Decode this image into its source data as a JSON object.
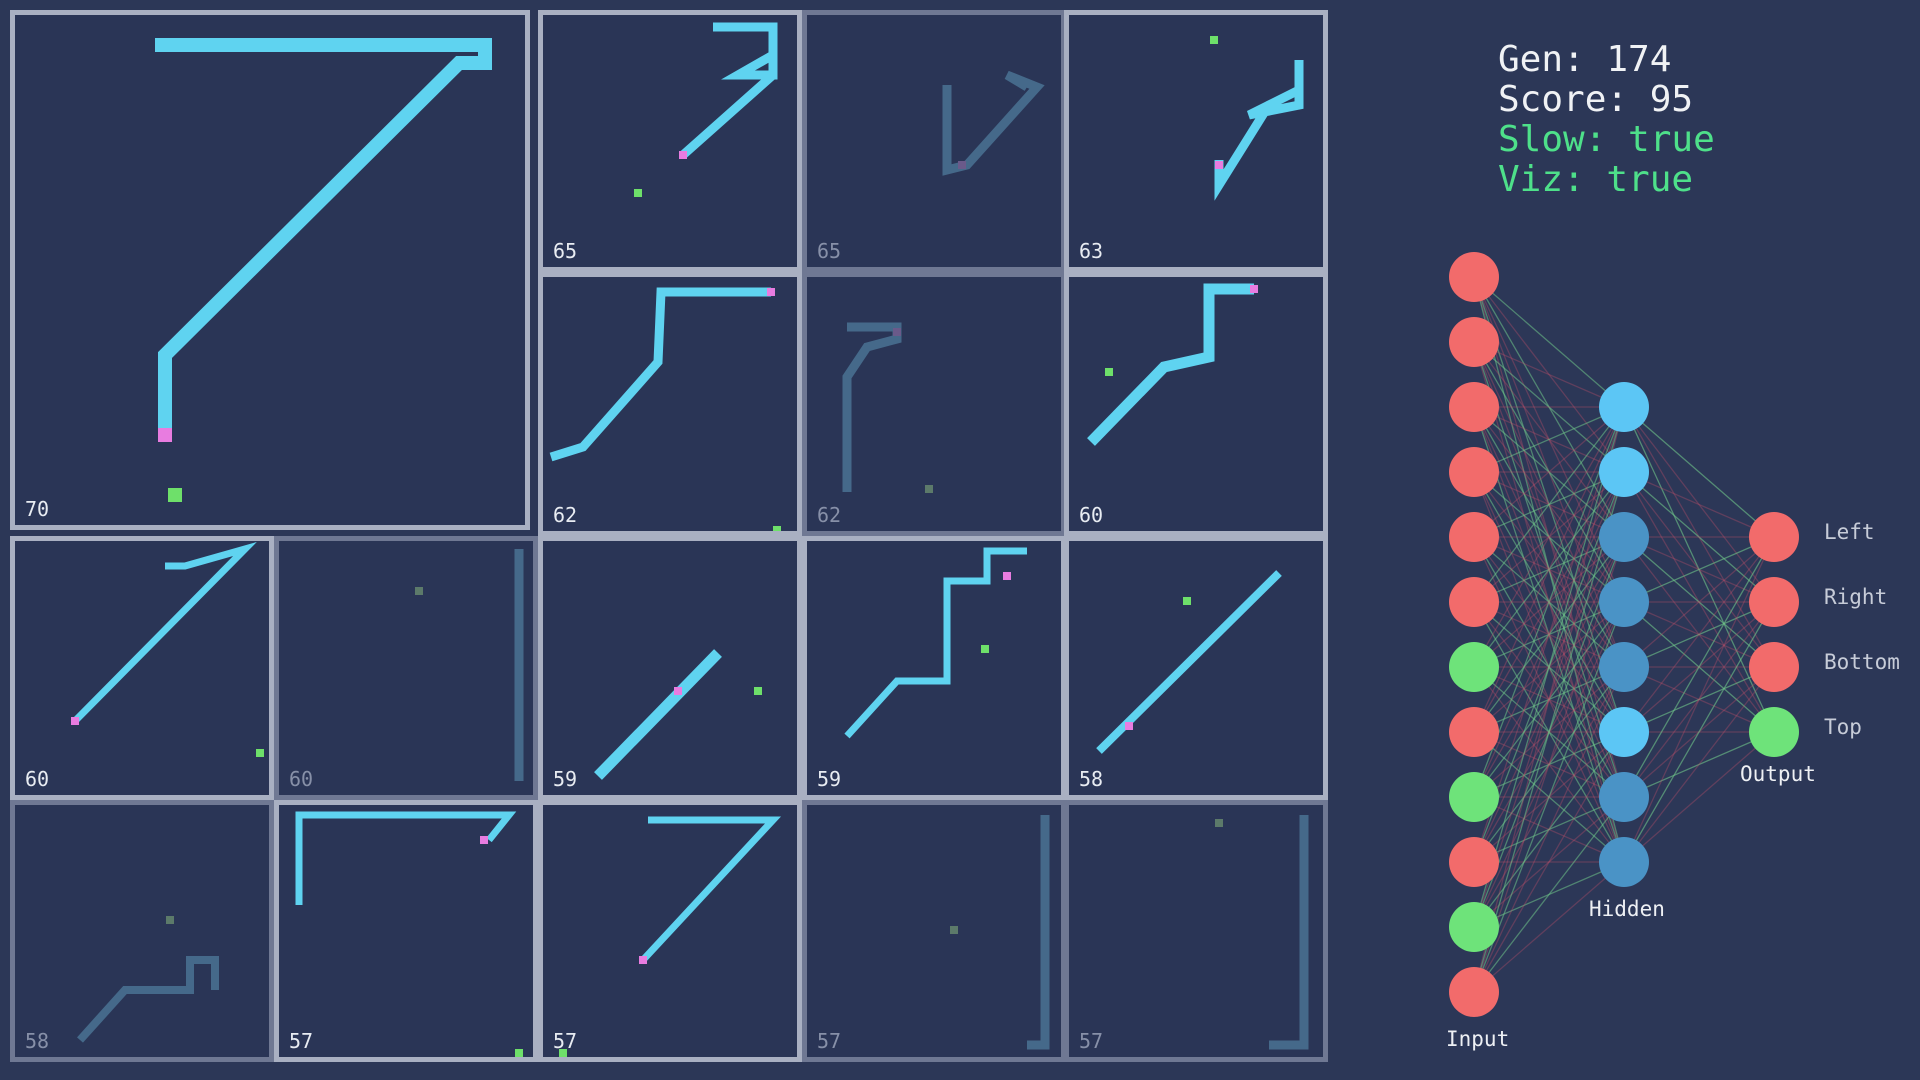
{
  "stats": {
    "gen": "Gen: 174",
    "score": "Score: 95",
    "slow": "Slow: true",
    "viz": "Viz: true"
  },
  "colors": {
    "background": "#2c3757",
    "snake_alive": "#5fd3f0",
    "snake_dead": "#45698a",
    "head": "#e87ce0",
    "food": "#6ee06a",
    "neuron_off": "#f26b6b",
    "neuron_on": "#6ee37a",
    "hidden": "#5cc6f5"
  },
  "games": [
    {
      "score": "70",
      "alive": true
    },
    {
      "score": "65",
      "alive": true
    },
    {
      "score": "65",
      "alive": false
    },
    {
      "score": "63",
      "alive": true
    },
    {
      "score": "62",
      "alive": true
    },
    {
      "score": "62",
      "alive": false
    },
    {
      "score": "60",
      "alive": true
    },
    {
      "score": "60",
      "alive": true
    },
    {
      "score": "60",
      "alive": false
    },
    {
      "score": "59",
      "alive": true
    },
    {
      "score": "59",
      "alive": true
    },
    {
      "score": "58",
      "alive": true
    },
    {
      "score": "58",
      "alive": false
    },
    {
      "score": "57",
      "alive": true
    },
    {
      "score": "57",
      "alive": true
    },
    {
      "score": "57",
      "alive": false
    },
    {
      "score": "57",
      "alive": false
    }
  ],
  "network": {
    "input_label": "Input",
    "hidden_label": "Hidden",
    "output_label": "Output",
    "input_states": [
      "off",
      "off",
      "off",
      "off",
      "off",
      "off",
      "on",
      "off",
      "on",
      "off",
      "on",
      "off"
    ],
    "hidden_states": [
      "bright",
      "bright",
      "dim",
      "dim",
      "dim",
      "bright",
      "dim",
      "dim"
    ],
    "output_states": [
      "off",
      "off",
      "off",
      "on"
    ],
    "outputs": [
      "Left",
      "Right",
      "Bottom",
      "Top"
    ]
  }
}
